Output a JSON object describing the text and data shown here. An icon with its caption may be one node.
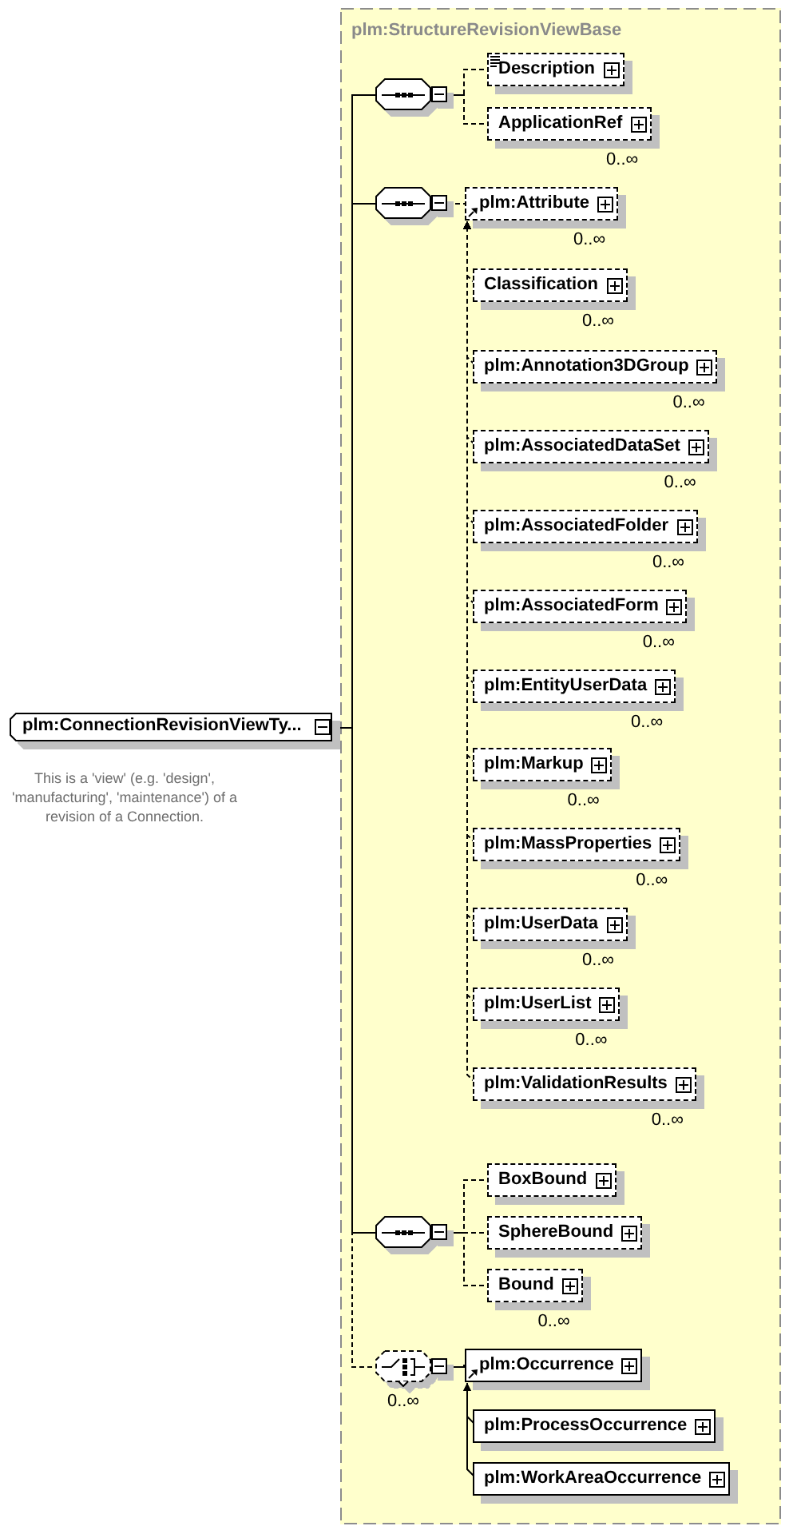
{
  "diagram": {
    "nodes": [
      {
        "text": [
          "plm:ConnectionRevisionViewTy..."
        ],
        "beside": [
          "This is a 'view' (e.g. 'design', 'manufacturing', 'maintenance') of a revision of a Connection."
        ]
      },
      {
        "text": [
          "plm:StructureRevisionViewBase"
        ]
      },
      {
        "text": [],
        "shape": "octagon",
        "in": 1
      },
      {
        "text": [
          "Description"
        ],
        "in": 1
      },
      {
        "text": [
          "ApplicationRef"
        ],
        "in": 1,
        "beside": [
          "0..∞"
        ]
      },
      {
        "text": [],
        "shape": "octagon",
        "in": 1
      },
      {
        "text": [
          "plm:Attribute"
        ],
        "in": 1,
        "beside": [
          "0..∞"
        ]
      },
      {
        "text": [
          "Classification"
        ],
        "in": 1,
        "beside": [
          "0..∞"
        ]
      },
      {
        "text": [
          "plm:Annotation3DGroup"
        ],
        "in": 1,
        "beside": [
          "0..∞"
        ]
      },
      {
        "text": [
          "plm:AssociatedDataSet"
        ],
        "in": 1,
        "beside": [
          "0..∞"
        ]
      },
      {
        "text": [
          "plm:AssociatedFolder"
        ],
        "in": 1,
        "beside": [
          "0..∞"
        ]
      },
      {
        "text": [
          "plm:AssociatedForm"
        ],
        "in": 1,
        "beside": [
          "0..∞"
        ]
      },
      {
        "text": [
          "plm:EntityUserData"
        ],
        "in": 1,
        "beside": [
          "0..∞"
        ]
      },
      {
        "text": [
          "plm:Markup"
        ],
        "in": 1,
        "beside": [
          "0..∞"
        ]
      },
      {
        "text": [
          "plm:MassProperties"
        ],
        "in": 1,
        "beside": [
          "0..∞"
        ]
      },
      {
        "text": [
          "plm:UserData"
        ],
        "in": 1,
        "beside": [
          "0..∞"
        ]
      },
      {
        "text": [
          "plm:UserList"
        ],
        "in": 1,
        "beside": [
          "0..∞"
        ]
      },
      {
        "text": [
          "plm:ValidationResults"
        ],
        "in": 1,
        "beside": [
          "0..∞"
        ]
      },
      {
        "text": [],
        "shape": "octagon",
        "in": 1
      },
      {
        "text": [
          "BoxBound"
        ],
        "in": 1
      },
      {
        "text": [
          "SphereBound"
        ],
        "in": 1
      },
      {
        "text": [
          "Bound"
        ],
        "in": 1,
        "beside": [
          "0..∞"
        ]
      },
      {
        "text": [],
        "shape": "octagon",
        "in": 1,
        "beside": [
          "0..∞"
        ]
      },
      {
        "text": [
          "plm:Occurrence"
        ],
        "in": 1
      },
      {
        "text": [
          "plm:ProcessOccurrence"
        ],
        "in": 1
      },
      {
        "text": [
          "plm:WorkAreaOccurrence"
        ],
        "in": 1
      }
    ],
    "edges": [
      {
        "from": 0,
        "to": 2,
        "arrow": "none"
      },
      {
        "from": 0,
        "to": 5,
        "arrow": "none"
      },
      {
        "from": 0,
        "to": 18,
        "arrow": "none"
      },
      {
        "from": 0,
        "to": 22,
        "arrow": "none",
        "style": "dashed"
      },
      {
        "from": 2,
        "to": 3,
        "arrow": "none",
        "style": "dashed"
      },
      {
        "from": 2,
        "to": 4,
        "arrow": "none",
        "style": "dashed"
      },
      {
        "from": 5,
        "to": 6,
        "arrow": "none",
        "style": "dashed"
      },
      {
        "from": 7,
        "to": 6,
        "arrow": "to",
        "style": "dashed"
      },
      {
        "from": 8,
        "to": 6,
        "arrow": "to",
        "style": "dashed"
      },
      {
        "from": 9,
        "to": 6,
        "arrow": "to",
        "style": "dashed"
      },
      {
        "from": 10,
        "to": 6,
        "arrow": "to",
        "style": "dashed"
      },
      {
        "from": 11,
        "to": 6,
        "arrow": "to",
        "style": "dashed"
      },
      {
        "from": 12,
        "to": 6,
        "arrow": "to",
        "style": "dashed"
      },
      {
        "from": 13,
        "to": 6,
        "arrow": "to",
        "style": "dashed"
      },
      {
        "from": 14,
        "to": 6,
        "arrow": "to",
        "style": "dashed"
      },
      {
        "from": 15,
        "to": 6,
        "arrow": "to",
        "style": "dashed"
      },
      {
        "from": 16,
        "to": 6,
        "arrow": "to",
        "style": "dashed"
      },
      {
        "from": 17,
        "to": 6,
        "arrow": "to",
        "style": "dashed"
      },
      {
        "from": 18,
        "to": 19,
        "arrow": "none",
        "style": "dashed"
      },
      {
        "from": 18,
        "to": 20,
        "arrow": "none",
        "style": "dashed"
      },
      {
        "from": 18,
        "to": 21,
        "arrow": "none",
        "style": "dashed"
      },
      {
        "from": 22,
        "to": 23,
        "arrow": "none"
      },
      {
        "from": 24,
        "to": 23,
        "arrow": "to"
      },
      {
        "from": 25,
        "to": 23,
        "arrow": "to"
      }
    ]
  }
}
